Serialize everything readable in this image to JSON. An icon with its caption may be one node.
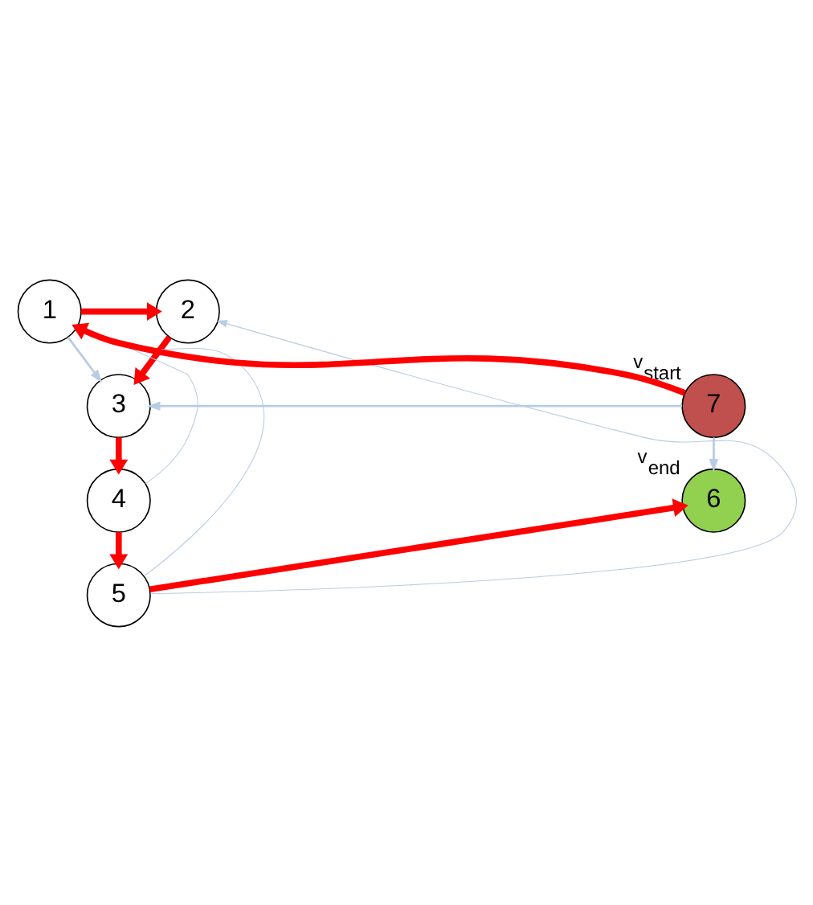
{
  "diagram": {
    "nodes": [
      {
        "text": [
          "1"
        ]
      },
      {
        "text": [
          "2"
        ]
      },
      {
        "text": [
          "3"
        ]
      },
      {
        "text": [
          "4"
        ]
      },
      {
        "text": [
          "5"
        ]
      },
      {
        "text": [
          "6"
        ],
        "beside": [
          "v$_{end}$"
        ]
      },
      {
        "text": [
          "7"
        ],
        "beside": [
          "v$_{start}$"
        ]
      }
    ],
    "edges": [
      {
        "from": 6,
        "to": 0,
        "arrow": "to",
        "style": "thick",
        "color": "#ff0000"
      },
      {
        "from": 0,
        "to": 1,
        "arrow": "to",
        "style": "thick",
        "color": "#ff0000"
      },
      {
        "from": 1,
        "to": 2,
        "arrow": "to",
        "style": "thick",
        "color": "#ff0000"
      },
      {
        "from": 2,
        "to": 3,
        "arrow": "to",
        "style": "thick",
        "color": "#ff0000"
      },
      {
        "from": 3,
        "to": 4,
        "arrow": "to",
        "style": "thick",
        "color": "#ff0000"
      },
      {
        "from": 4,
        "to": 5,
        "arrow": "to",
        "style": "thick",
        "color": "#ff0000"
      },
      {
        "from": 0,
        "to": 2,
        "arrow": "to",
        "color": "#b8cce4"
      },
      {
        "from": 6,
        "to": 2,
        "arrow": "to",
        "color": "#b8cce4"
      },
      {
        "from": 6,
        "to": 5,
        "arrow": "to",
        "color": "#b8cce4"
      },
      {
        "from": 4,
        "to": 0,
        "arrow": "to",
        "color": "#b8cce4"
      },
      {
        "from": 3,
        "to": 0,
        "arrow": "to",
        "color": "#b8cce4"
      },
      {
        "from": 4,
        "to": 1,
        "arrow": "to",
        "color": "#b8cce4"
      }
    ]
  }
}
